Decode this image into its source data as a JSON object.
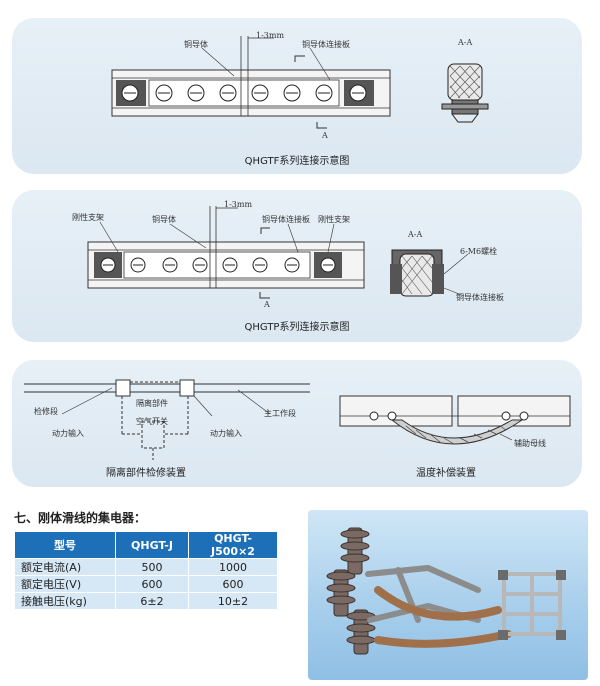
{
  "diagram1": {
    "caption": "QHGTF系列连接示意图",
    "labels": {
      "gap": "1-3mm",
      "copper_body": "铜导体",
      "plate": "铜导体连接板",
      "section": "A-A",
      "section_mark": "A"
    }
  },
  "diagram2": {
    "caption": "QHGTP系列连接示意图",
    "labels": {
      "gap": "1-3mm",
      "bracket_left": "刚性支架",
      "copper_body": "铜导体",
      "plate": "铜导体连接板",
      "bracket_right": "刚性支架",
      "section": "A-A",
      "bolt": "6-M6螺栓",
      "plate2": "铜导体连接板",
      "section_mark": "A"
    }
  },
  "diagram3": {
    "caption_left": "隔离部件检修装置",
    "caption_right": "温度补偿装置",
    "labels": {
      "maint": "检修段",
      "isolator": "隔离部件",
      "main": "主工作段",
      "air_switch": "空气开关",
      "power_in_left": "动力输入",
      "power_in_right": "动力输入",
      "aux_bus": "辅助母线"
    }
  },
  "section7": {
    "title": "七、刚体滑线的集电器：",
    "table": {
      "headers": [
        "型号",
        "QHGT-J",
        "QHGT-J500×2"
      ],
      "rows": [
        [
          "额定电流(A)",
          "500",
          "1000"
        ],
        [
          "额定电压(V)",
          "600",
          "600"
        ],
        [
          "接触电压(kg)",
          "6±2",
          "10±2"
        ]
      ]
    }
  }
}
